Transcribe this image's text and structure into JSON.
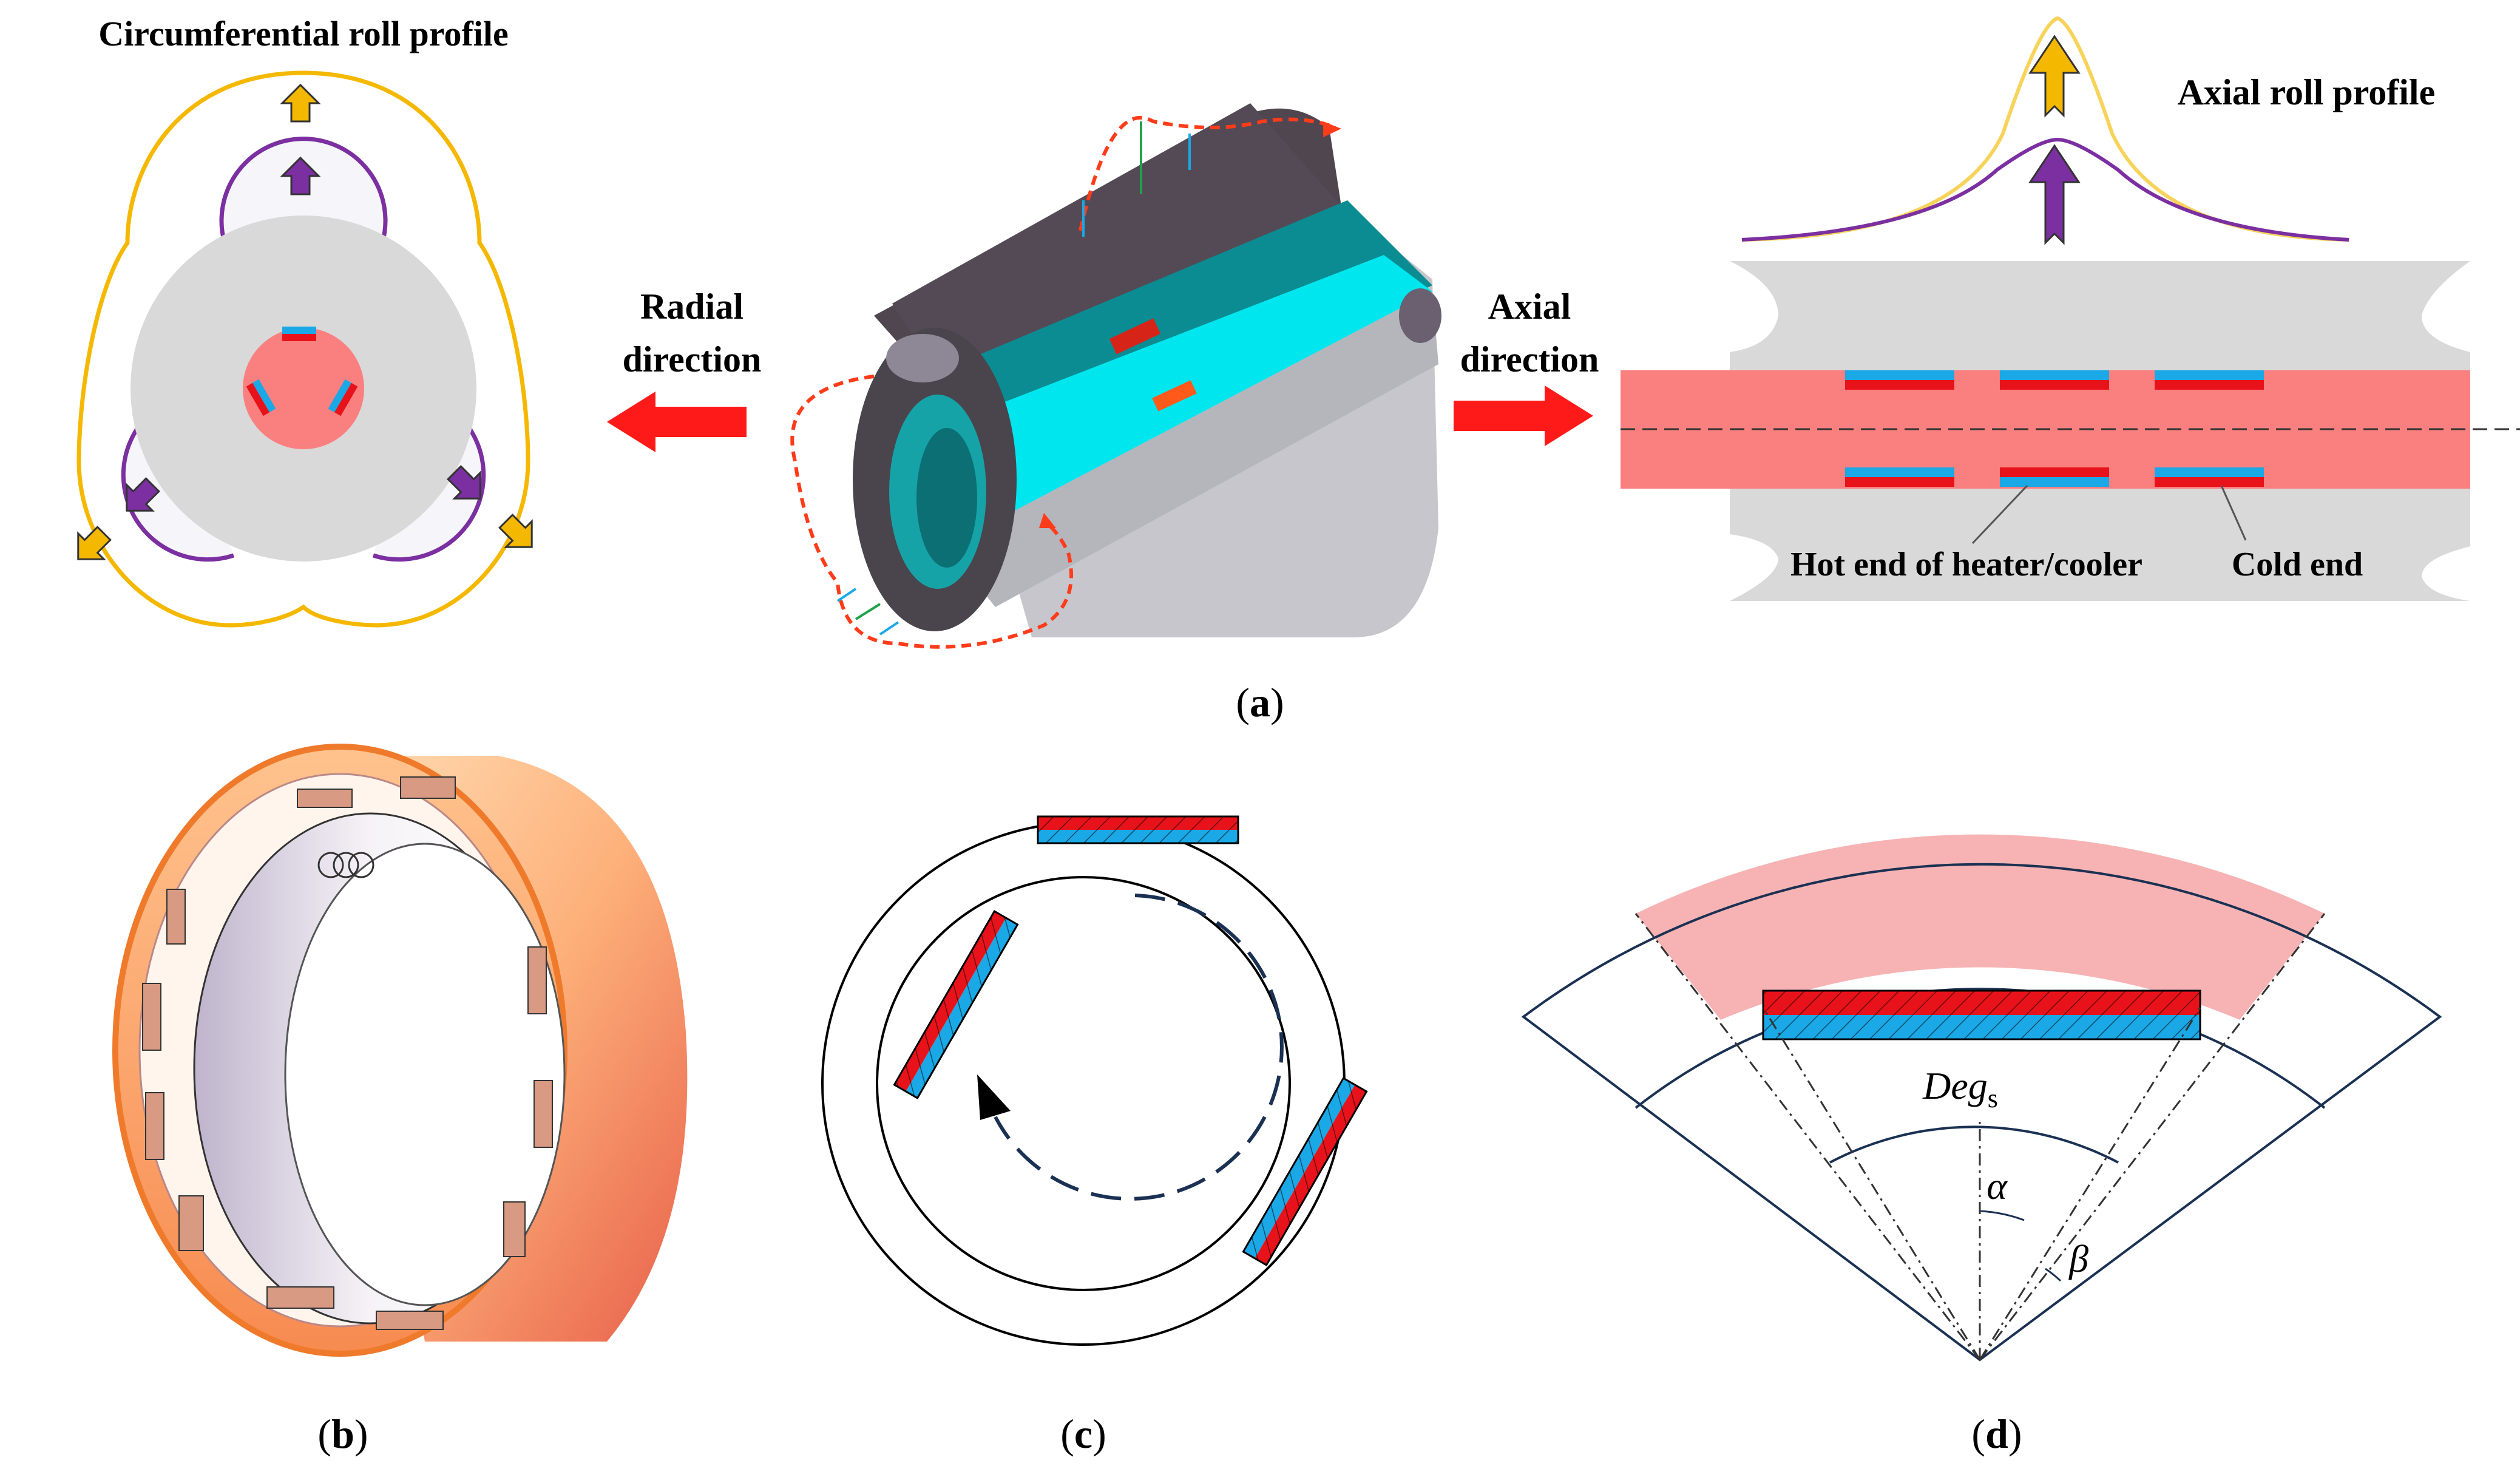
{
  "panel_a": {
    "circumferential_title": "Circumferential roll profile",
    "radial_line1": "Radial",
    "radial_line2": "direction",
    "axial_line1": "Axial",
    "axial_line2": "direction",
    "axial_title": "Axial roll profile",
    "hot_end_label": "Hot end of heater/cooler",
    "cold_end_label": "Cold end",
    "caption_open": "(",
    "caption_letter": "a",
    "caption_close": ")"
  },
  "panel_b": {
    "caption_open": "(",
    "caption_letter": "b",
    "caption_close": ")"
  },
  "panel_c": {
    "caption_open": "(",
    "caption_letter": "c",
    "caption_close": ")"
  },
  "panel_d": {
    "deg_label": "Deg",
    "deg_subscript": "s",
    "alpha_label": "α",
    "beta_label": "β",
    "caption_open": "(",
    "caption_letter": "d",
    "caption_close": ")"
  },
  "colors": {
    "yellow_profile": "#f5b800",
    "purple_profile": "#7b2fa0",
    "gray_body": "#d9d9d9",
    "pink_core": "#fa8080",
    "red_element": "#e8131a",
    "blue_element": "#1aa8e6",
    "cyan_fluid": "#00e6ef",
    "teal_layer": "#0a8c92",
    "dark_shell": "#4f4650",
    "arrow_red": "#ff1a1a",
    "arc_navy": "#1b3153"
  }
}
